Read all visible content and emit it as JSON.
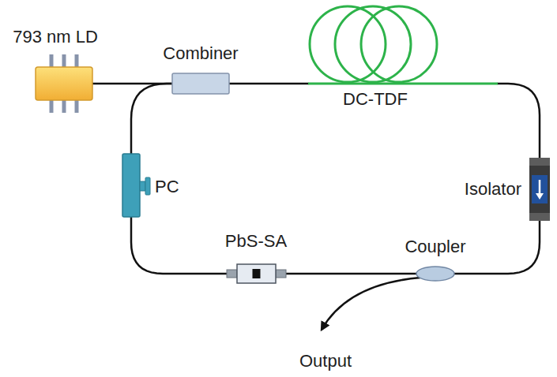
{
  "diagram": {
    "nodes": [
      {
        "text": [
          "793 nm LD"
        ]
      },
      {
        "text": [
          "Combiner"
        ]
      },
      {
        "text": [
          "DC-TDF"
        ]
      },
      {
        "text": [
          "Isolator"
        ]
      },
      {
        "text": [
          "Coupler"
        ]
      },
      {
        "text": [
          "PbS-SA"
        ]
      },
      {
        "text": [
          "PC"
        ]
      }
    ],
    "edges": [
      {
        "from": 0,
        "to": 1,
        "arrow": "none"
      },
      {
        "from": 1,
        "to": 2,
        "arrow": "none"
      },
      {
        "from": 2,
        "to": 3,
        "arrow": "none"
      },
      {
        "from": 3,
        "to": 4,
        "arrow": "none"
      },
      {
        "from": 4,
        "to": 5,
        "arrow": "none"
      },
      {
        "from": 5,
        "to": 6,
        "arrow": "none"
      },
      {
        "from": 6,
        "to": 1,
        "arrow": "none"
      }
    ],
    "labels": [
      "Output"
    ]
  }
}
